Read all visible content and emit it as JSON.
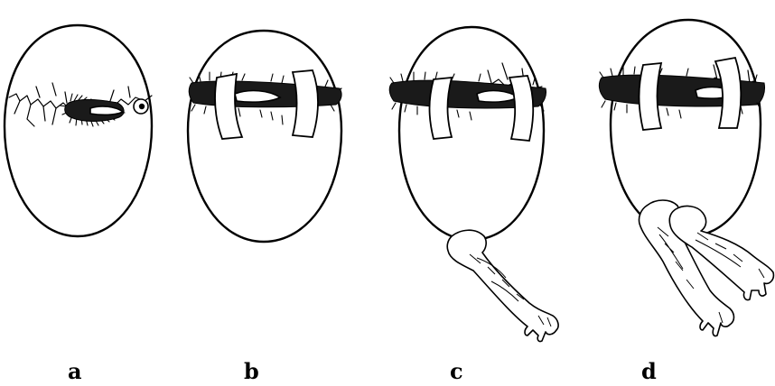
{
  "panels": [
    {
      "id": "a",
      "label": "a",
      "bands": false,
      "legs": 0
    },
    {
      "id": "b",
      "label": "b",
      "bands": true,
      "legs": 0
    },
    {
      "id": "c",
      "label": "c",
      "bands": true,
      "legs": 1
    },
    {
      "id": "d",
      "label": "d",
      "bands": true,
      "legs": 2
    }
  ],
  "colors": {
    "ink": "#000000",
    "paper": "#ffffff"
  }
}
